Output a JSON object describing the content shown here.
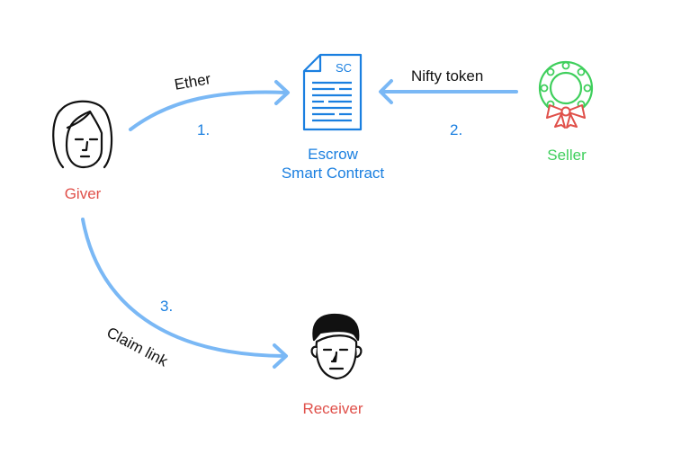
{
  "nodes": {
    "escrow": {
      "name_line1": "Escrow",
      "name_line2": "Smart Contract",
      "doc_tag": "SC",
      "icon": "document-icon"
    },
    "seller": {
      "name": "Seller",
      "icon": "wreath-icon"
    },
    "giver": {
      "name": "Giver",
      "icon": "woman-face-icon"
    },
    "receiver": {
      "name": "Receiver",
      "icon": "man-face-icon"
    }
  },
  "edges": {
    "ether": {
      "label": "Ether",
      "step": "1."
    },
    "nifty": {
      "label": "Nifty token",
      "step": "2."
    },
    "claim": {
      "label": "Claim link",
      "step": "3."
    }
  },
  "colors": {
    "arrow": "#7ab8f5",
    "contract": "#1a7fe0",
    "giver": "#e0504a",
    "receiver": "#e0504a",
    "seller": "#3fcf5c",
    "bow": "#e0504a"
  }
}
